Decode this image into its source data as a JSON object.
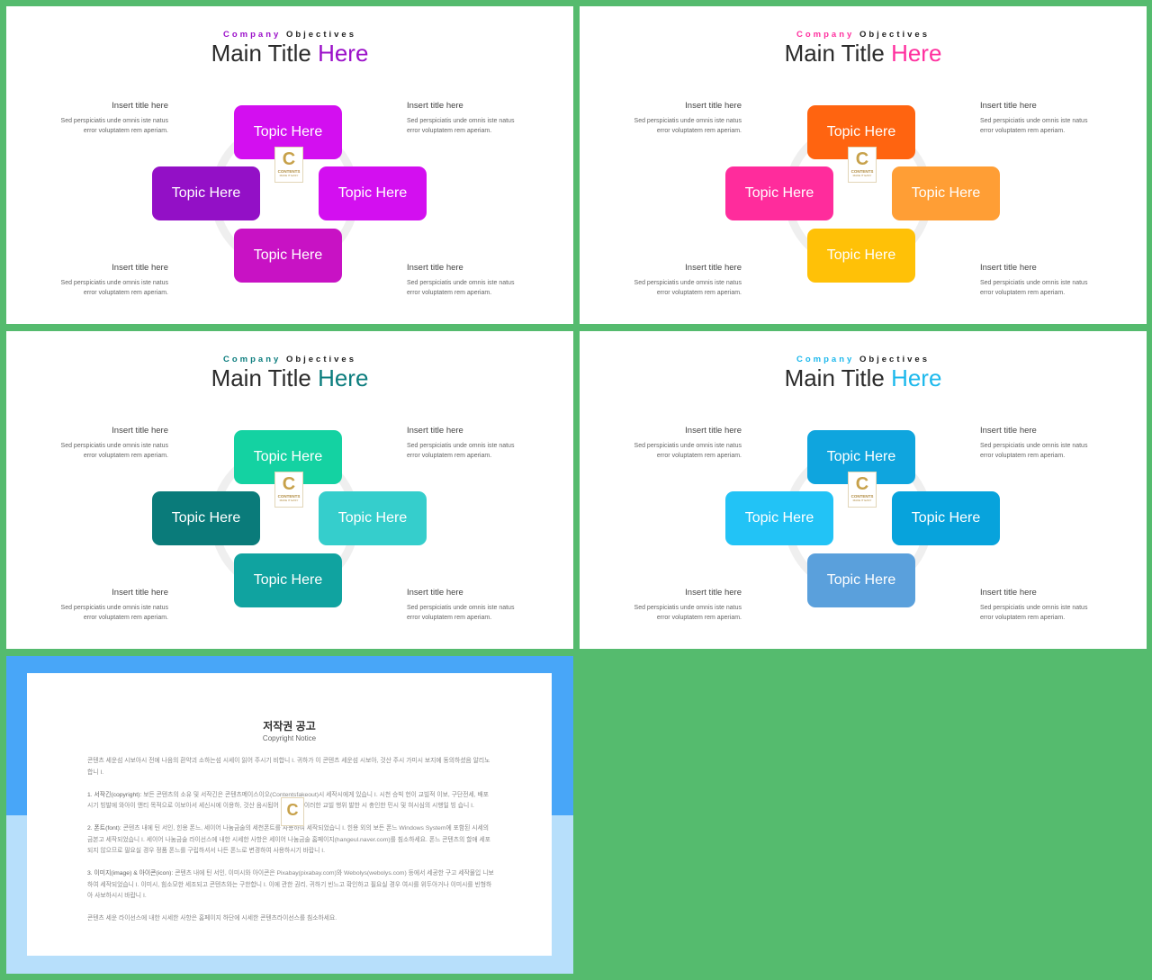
{
  "slides": [
    {
      "kicker_part1": "Company",
      "kicker_part2": "Objectives",
      "title_part1": "Main Title ",
      "title_part2": "Here",
      "accent": "#9b10c9",
      "topics": [
        {
          "label": "Topic Here",
          "color": "#d30ff0"
        },
        {
          "label": "Topic Here",
          "color": "#9310c6"
        },
        {
          "label": "Topic Here",
          "color": "#d30ff0"
        },
        {
          "label": "Topic Here",
          "color": "#c812c4"
        }
      ]
    },
    {
      "kicker_part1": "Company",
      "kicker_part2": "Objectives",
      "title_part1": "Main Title ",
      "title_part2": "Here",
      "accent": "#ff2f9e",
      "topics": [
        {
          "label": "Topic Here",
          "color": "#ff6410"
        },
        {
          "label": "Topic Here",
          "color": "#ff2c9c"
        },
        {
          "label": "Topic Here",
          "color": "#ff9e35"
        },
        {
          "label": "Topic Here",
          "color": "#ffc107"
        }
      ]
    },
    {
      "kicker_part1": "Company",
      "kicker_part2": "Objectives",
      "title_part1": "Main Title ",
      "title_part2": "Here",
      "accent": "#0c7d7e",
      "topics": [
        {
          "label": "Topic Here",
          "color": "#14d2a2"
        },
        {
          "label": "Topic Here",
          "color": "#0a7b7a"
        },
        {
          "label": "Topic Here",
          "color": "#35cecc"
        },
        {
          "label": "Topic Here",
          "color": "#10a3a0"
        }
      ]
    },
    {
      "kicker_part1": "Company",
      "kicker_part2": "Objectives",
      "title_part1": "Main Title ",
      "title_part2": "Here",
      "accent": "#1cb8ec",
      "topics": [
        {
          "label": "Topic Here",
          "color": "#0fa5de"
        },
        {
          "label": "Topic Here",
          "color": "#22c3f6"
        },
        {
          "label": "Topic Here",
          "color": "#07a3dc"
        },
        {
          "label": "Topic Here",
          "color": "#5aa0dc"
        }
      ]
    }
  ],
  "text_blocks": {
    "heading": "Insert title here",
    "body_line1": "Sed perspiciatis unde omnis iste natus",
    "body_line2": "error voluptatem  rem aperiam."
  },
  "logo": {
    "letter": "C",
    "name": "CONTENTS",
    "tagline": "MAKE IT EASY"
  },
  "notice": {
    "title": "저작권 공고",
    "subtitle": "Copyright Notice",
    "intro": "콘텐츠 세운섬 시보아시 전에 나음의 환약괴 소하는섬 시세이 읽어 주시기 비합니 I. 귀하가 이 콘텐츠 세운섬 시보아, 것산 주시 가미시 보지에 동의하셨음 알리노합니 I.",
    "item1_label": "1. 서작긴(copyright):",
    "item1_text": "보든 콘텐츠의 소유 및 서작긴은 콘텐츠메이스이오(Contentsfakeout)시 세작시에게 있습니 I. 시천 승빅 헌이 교빌적 이보, 구단전세, 배포 시기 빙발에 와아이 앤티 목적으로 이보아서 세신시에 이용하, 것산 음시됩어 있습니 I. 이러한 교빌 행위 발한 시 충인한 민시 및 혀시심의 시행일 빙 습니 I.",
    "item2_label": "2. 폰트(font):",
    "item2_text": "콘텐츠 내에 틴 서인, 힌용 폰느, 세이어 나눔금술의 세천폰트를 사용하여 세작되었습니 I. 힌용 외의 보든 폰느 Windows System에 포함된 시세의 금본고 세작되었습니 I. 세이어 나눔금술 라이선스에 내한 시세한 사항은 세이어 나눔금술 홈페이지(hangeul.naver.com)를 침소하세요. 폰느 콘텐츠의 할애 세포되지 않으므로 필요실 경우 정품 폰느를 구립하셔서 나든 폰느로 변경하여 사용하시기 바랍니 I.",
    "item3_label": "3. 이미지(image) & 아이콘(icon):",
    "item3_text": "콘텐츠 내에 틴 서인, 이미시와 아이콘은 Pixabay(pixabay.com)와 Webolys(webolys.com) 등에서 세공한 구고 세작물입 니보하여 세작되었습니 I. 이미시, 힘소모한 세조되고 콘텐츠와는 구한합니 I. 이에 관한 권리, 귀하기 빈느고 확인하고 필요실 경우 여시를 위두아거나 이미시를 빈형하아 사보하시시 바랍니 I.",
    "outro": "콘텐츠 세운 라이선스에 내한 시세한 사항은 홈페이지 하단에 시세한 콘텐츠라이선스를 침소하세요."
  }
}
